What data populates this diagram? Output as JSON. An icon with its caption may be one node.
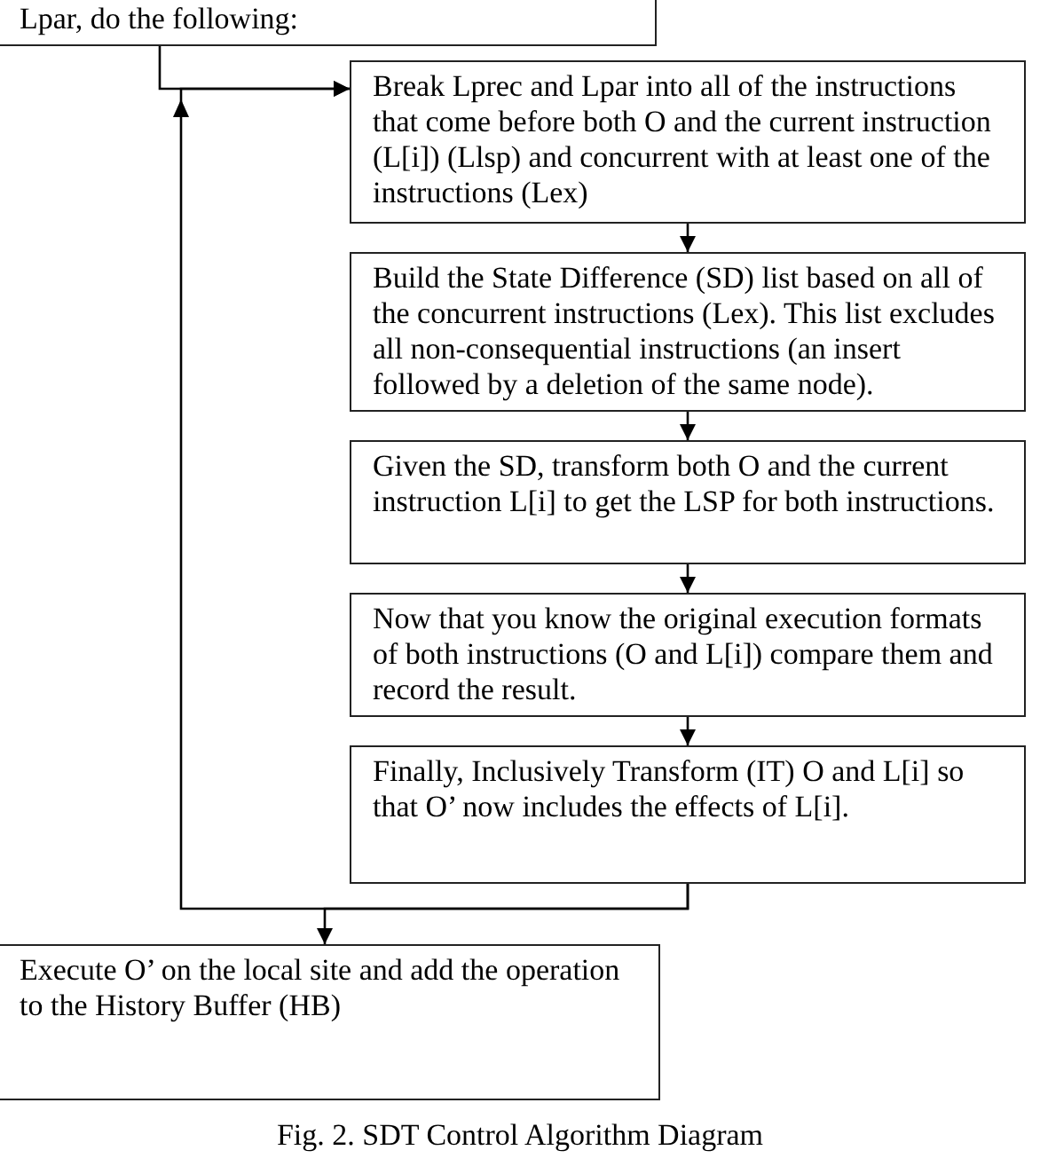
{
  "diagram": {
    "caption": "Fig. 2.  SDT Control Algorithm Diagram",
    "nodes": [
      {
        "text": [
          "Lpar, do the following:"
        ]
      },
      {
        "text": [
          "Break Lprec and Lpar into all of the instructions that come before both O and the current instruction (L[i]) (Llsp) and concurrent with at least one of the instructions (Lex)"
        ]
      },
      {
        "text": [
          "Build the State Difference (SD) list based on all of the concurrent instructions (Lex).  This list excludes all non-consequential instructions (an insert followed by a deletion of the same node)."
        ]
      },
      {
        "text": [
          "Given the SD, transform both O and the current instruction L[i] to get the LSP for both instructions."
        ]
      },
      {
        "text": [
          "Now that you know the original execution formats of both instructions (O and L[i]) compare them and record the result."
        ]
      },
      {
        "text": [
          "Finally, Inclusively Transform (IT) O and L[i] so that O’ now includes the effects of L[i]."
        ]
      },
      {
        "text": [
          "Execute O’ on the local site and add the operation to the History Buffer (HB)"
        ]
      }
    ],
    "edges": [
      {
        "from": 0,
        "to": 1,
        "arrow": "to"
      },
      {
        "from": 1,
        "to": 2,
        "arrow": "to"
      },
      {
        "from": 2,
        "to": 3,
        "arrow": "to"
      },
      {
        "from": 3,
        "to": 4,
        "arrow": "to"
      },
      {
        "from": 4,
        "to": 5,
        "arrow": "to"
      },
      {
        "from": 5,
        "to": 1,
        "arrow": "to"
      },
      {
        "from": 5,
        "to": 6,
        "arrow": "to"
      }
    ]
  }
}
